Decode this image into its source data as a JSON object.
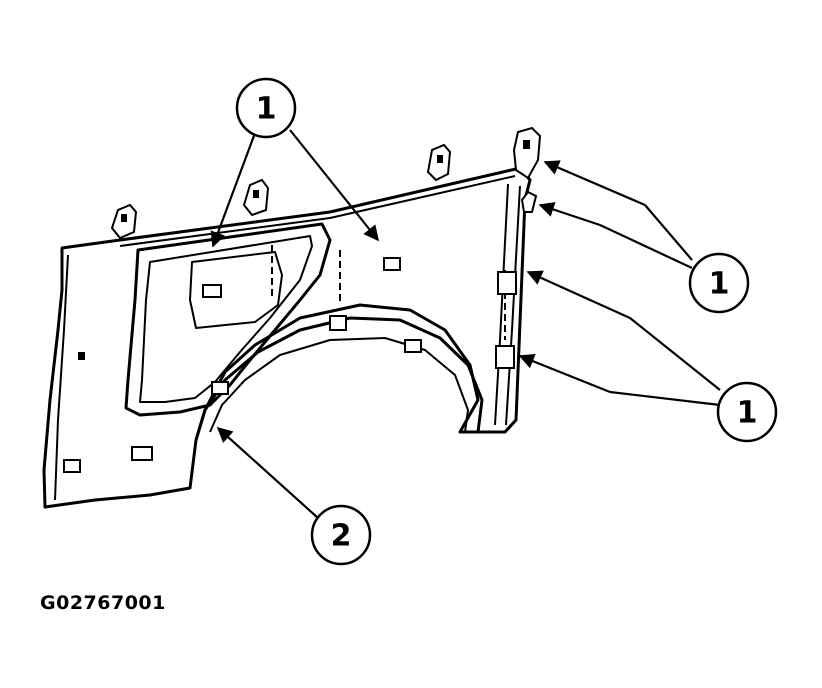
{
  "diagram": {
    "callouts": [
      {
        "label": "1"
      },
      {
        "label": "1"
      },
      {
        "label": "1"
      },
      {
        "label": "2"
      }
    ],
    "figure_code": "G02767001"
  }
}
